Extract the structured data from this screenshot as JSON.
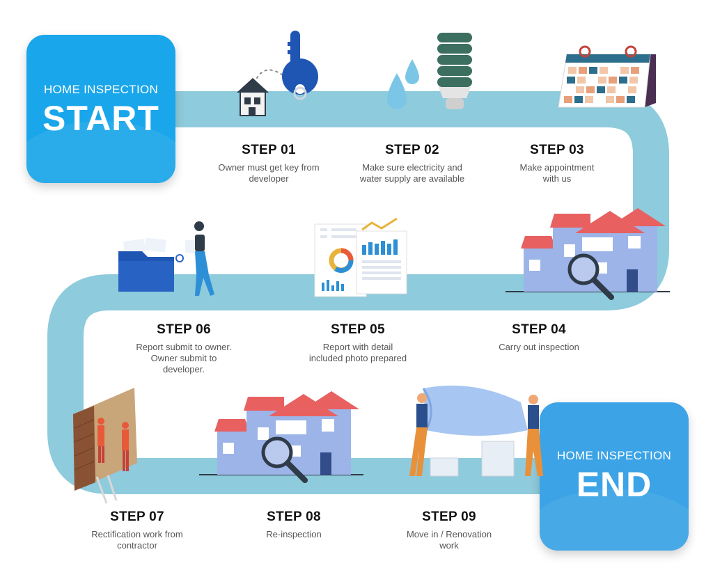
{
  "start": {
    "subtitle": "HOME INSPECTION",
    "title": "START"
  },
  "end": {
    "subtitle": "HOME INSPECTION",
    "title": "END"
  },
  "steps": [
    {
      "title": "STEP 01",
      "desc": [
        "Owner must get key from",
        "developer"
      ]
    },
    {
      "title": "STEP 02",
      "desc": [
        "Make sure electricity and",
        "water supply are available"
      ]
    },
    {
      "title": "STEP 03",
      "desc": [
        "Make appointment",
        "with us"
      ]
    },
    {
      "title": "STEP 04",
      "desc": [
        "Carry out inspection"
      ]
    },
    {
      "title": "STEP 05",
      "desc": [
        "Report with detail",
        "included photo prepared"
      ]
    },
    {
      "title": "STEP 06",
      "desc": [
        "Report submit to owner.",
        "Owner submit to",
        "developer."
      ]
    },
    {
      "title": "STEP 07",
      "desc": [
        "Rectification work from",
        "contractor"
      ]
    },
    {
      "title": "STEP 08",
      "desc": [
        "Re-inspection"
      ]
    },
    {
      "title": "STEP 09",
      "desc": [
        "Move in / Renovation",
        "work"
      ]
    }
  ],
  "colors": {
    "road": "#8ecbdc",
    "start_card": "#1aa6ea",
    "end_card": "#3ba3e6",
    "step_title": "#111111",
    "step_text": "#555555"
  },
  "icons": [
    "house-key-icon",
    "water-bulb-icon",
    "calendar-icon",
    "house-inspection-icon",
    "report-chart-icon",
    "submit-folder-icon",
    "contractor-wall-icon",
    "reinspection-house-icon",
    "moving-workers-icon"
  ]
}
